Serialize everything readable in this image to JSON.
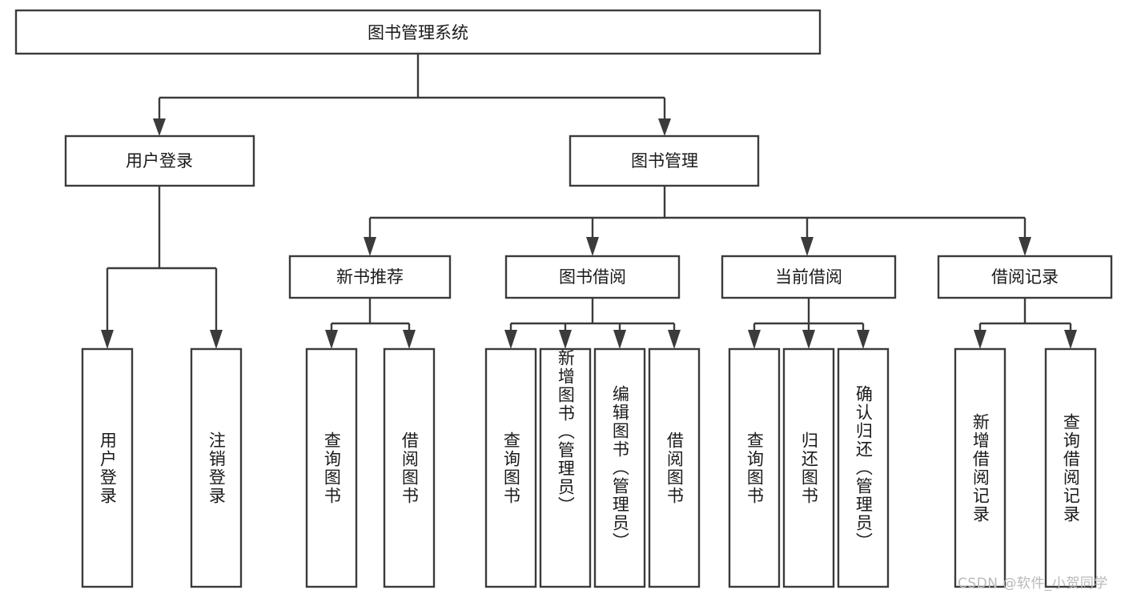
{
  "diagram": {
    "type": "tree-hierarchy",
    "title": "图书管理系统",
    "orientation": "top-down",
    "line_color": "#3b3b3b",
    "box_fill": "#ffffff",
    "text_color": "#1a1a1a"
  },
  "root": {
    "label": "图书管理系统"
  },
  "level2": [
    {
      "label": "用户登录"
    },
    {
      "label": "图书管理"
    }
  ],
  "level3": [
    {
      "label": "新书推荐"
    },
    {
      "label": "图书借阅"
    },
    {
      "label": "当前借阅"
    },
    {
      "label": "借阅记录"
    }
  ],
  "leaves": {
    "user_login": [
      {
        "label": "用户登录"
      },
      {
        "label": "注销登录"
      }
    ],
    "new_book": [
      {
        "label": "查询图书"
      },
      {
        "label": "借阅图书"
      }
    ],
    "book_borrow": [
      {
        "label": "查询图书"
      },
      {
        "label": "新增图书（管理员）"
      },
      {
        "label": "编辑图书（管理员）"
      },
      {
        "label": "借阅图书"
      }
    ],
    "current_borrow": [
      {
        "label": "查询图书"
      },
      {
        "label": "归还图书"
      },
      {
        "label": "确认归还（管理员）"
      }
    ],
    "borrow_record": [
      {
        "label": "新增借阅记录"
      },
      {
        "label": "查询借阅记录"
      }
    ]
  },
  "watermark": {
    "text": "CSDN @软件_小贺同学"
  }
}
